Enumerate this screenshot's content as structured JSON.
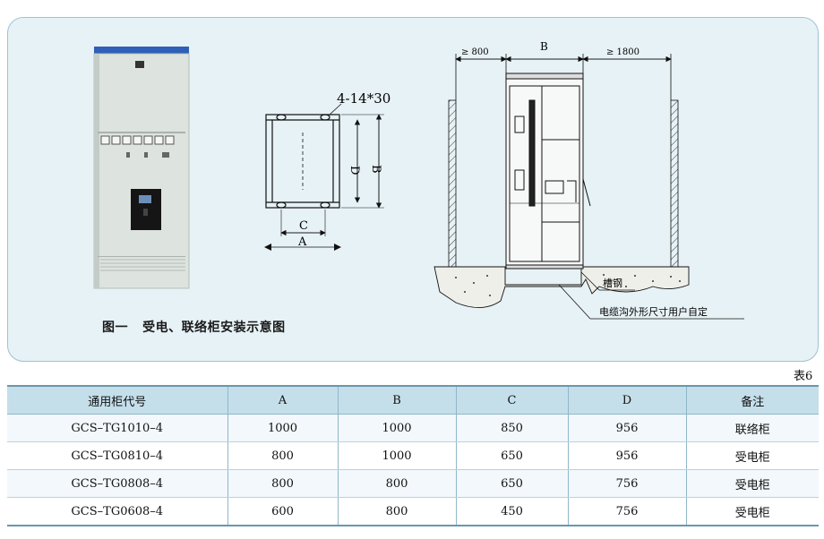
{
  "figure": {
    "caption": "图一   受电、联络柜安装示意图",
    "front_view": {
      "hole_label": "4-14*30",
      "dim_c": "C",
      "dim_a": "A",
      "dim_d": "D",
      "dim_b": "B"
    },
    "side_view": {
      "clearance_left": "≥ 800",
      "dim_b": "B",
      "clearance_right": "≥ 1800",
      "channel_label": "槽钢",
      "cable_note": "电缆沟外形尺寸用户自定"
    }
  },
  "table": {
    "label": "表6",
    "headers": [
      "通用柜代号",
      "A",
      "B",
      "C",
      "D",
      "备注"
    ],
    "rows": [
      [
        "GCS–TG1010–4",
        "1000",
        "1000",
        "850",
        "956",
        "联络柜"
      ],
      [
        "GCS–TG0810–4",
        "800",
        "1000",
        "650",
        "956",
        "受电柜"
      ],
      [
        "GCS–TG0808–4",
        "800",
        "800",
        "650",
        "756",
        "受电柜"
      ],
      [
        "GCS–TG0608–4",
        "600",
        "800",
        "450",
        "756",
        "受电柜"
      ]
    ]
  },
  "colors": {
    "panel_background": "#e7f2f6",
    "panel_border": "#9dc3d2",
    "table_header": "#c4dfea"
  }
}
